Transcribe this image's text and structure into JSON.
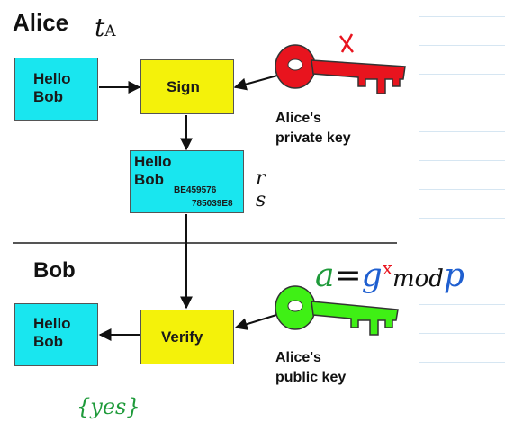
{
  "alice": {
    "label": "Alice",
    "annotation": "tA"
  },
  "bob": {
    "label": "Bob"
  },
  "boxes": {
    "hello_bob_top": "Hello\nBob",
    "sign": "Sign",
    "signed_msg_text": "Hello\nBob",
    "signed_msg_hex_1": "BE459576",
    "signed_msg_hex_2": "785039E8",
    "hello_bob_bottom": "Hello\nBob",
    "verify": "Verify"
  },
  "keys": {
    "private_label": "Alice's\nprivate key",
    "public_label": "Alice's\npublic key",
    "private_color": "#e8141e",
    "public_color": "#3ff015"
  },
  "handwriting": {
    "private_key_mark": "x",
    "r_label": "r",
    "s_label": "s",
    "eq_a": "a",
    "eq_equals": "=",
    "eq_g": "g",
    "eq_x": "x",
    "eq_mod": "mod",
    "eq_p": "p",
    "result": "{yes}"
  }
}
